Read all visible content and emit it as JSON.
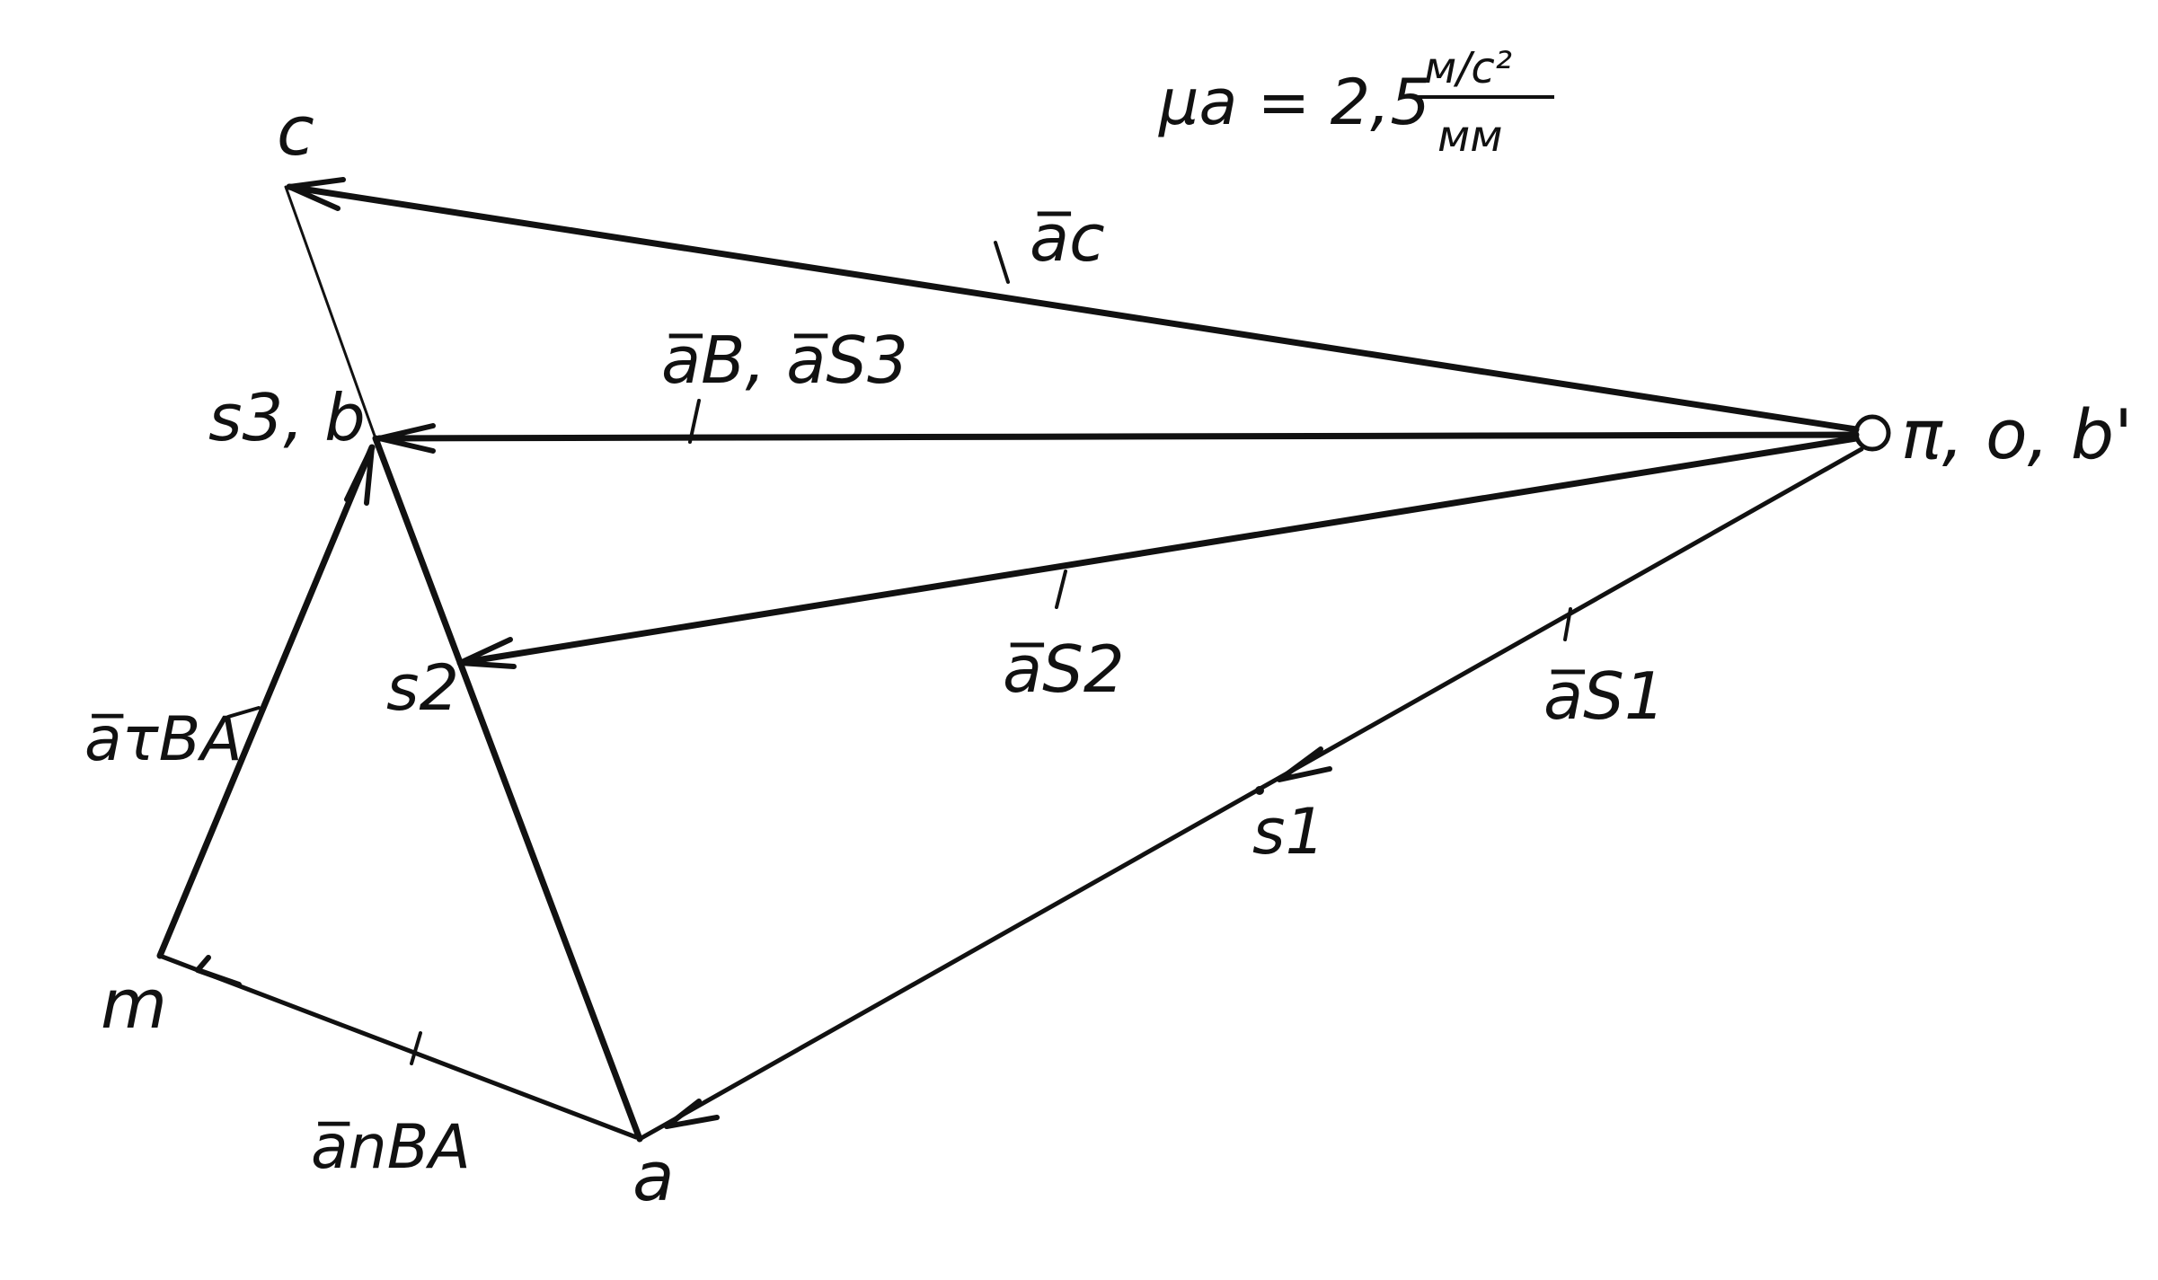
{
  "scale": {
    "mu": "μa = 2,5",
    "numerator": "м/с²",
    "denominator": "мм"
  },
  "points": {
    "pi": "π, o, b'",
    "c": "c",
    "s3b": "s3, b",
    "s2": "s2",
    "s1": "s1",
    "m": "m",
    "a": "a"
  },
  "vectors": {
    "ac": "a̅c",
    "ab_as3": "a̅B, a̅S3",
    "as2": "a̅S2",
    "as1": "a̅S1",
    "aBA_tau": "a̅τBA",
    "aBA_n": "a̅nBA"
  }
}
